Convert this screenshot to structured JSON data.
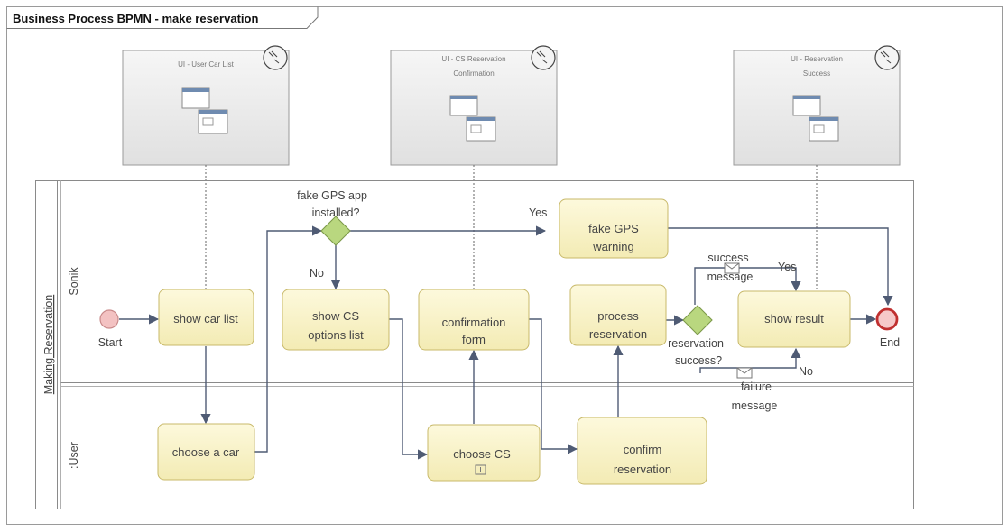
{
  "diagram": {
    "title": "Business Process BPMN - make reservation",
    "pool": "Making Reservation",
    "lanes": [
      "Sonik",
      ":User"
    ]
  },
  "ui_screens": [
    {
      "lines": [
        "UI - User Car List"
      ]
    },
    {
      "lines": [
        "UI - CS Reservation",
        "Confirmation"
      ]
    },
    {
      "lines": [
        "UI - Reservation",
        "Success"
      ]
    }
  ],
  "events": {
    "start": "Start",
    "end": "End"
  },
  "tasks": {
    "show_car_list": [
      "show car list"
    ],
    "show_cs_options": [
      "show CS",
      "options list"
    ],
    "confirmation_form": [
      "confirmation",
      "form"
    ],
    "process_reservation": [
      "process",
      "reservation"
    ],
    "fake_gps_warning": [
      "fake GPS",
      "warning"
    ],
    "show_result": [
      "show result"
    ],
    "choose_car": [
      "choose a car"
    ],
    "choose_cs": [
      "choose CS"
    ],
    "confirm_reservation": [
      "confirm",
      "reservation"
    ]
  },
  "gateways": {
    "gps": {
      "lines": [
        "fake GPS app",
        "installed?"
      ],
      "yes": "Yes",
      "no": "No"
    },
    "success": {
      "lines": [
        "reservation",
        "success?"
      ],
      "yes": "Yes",
      "no": "No"
    }
  },
  "messages": {
    "success": [
      "success",
      "message"
    ],
    "failure": [
      "failure",
      "message"
    ]
  },
  "colors": {
    "task_fill": "#fbf6cf",
    "task_stroke": "#c8b96a",
    "gateway_fill": "#b9d77f",
    "start_fill": "#f3c2c2",
    "end_stroke": "#c03030",
    "flow": "#4f5b74"
  }
}
